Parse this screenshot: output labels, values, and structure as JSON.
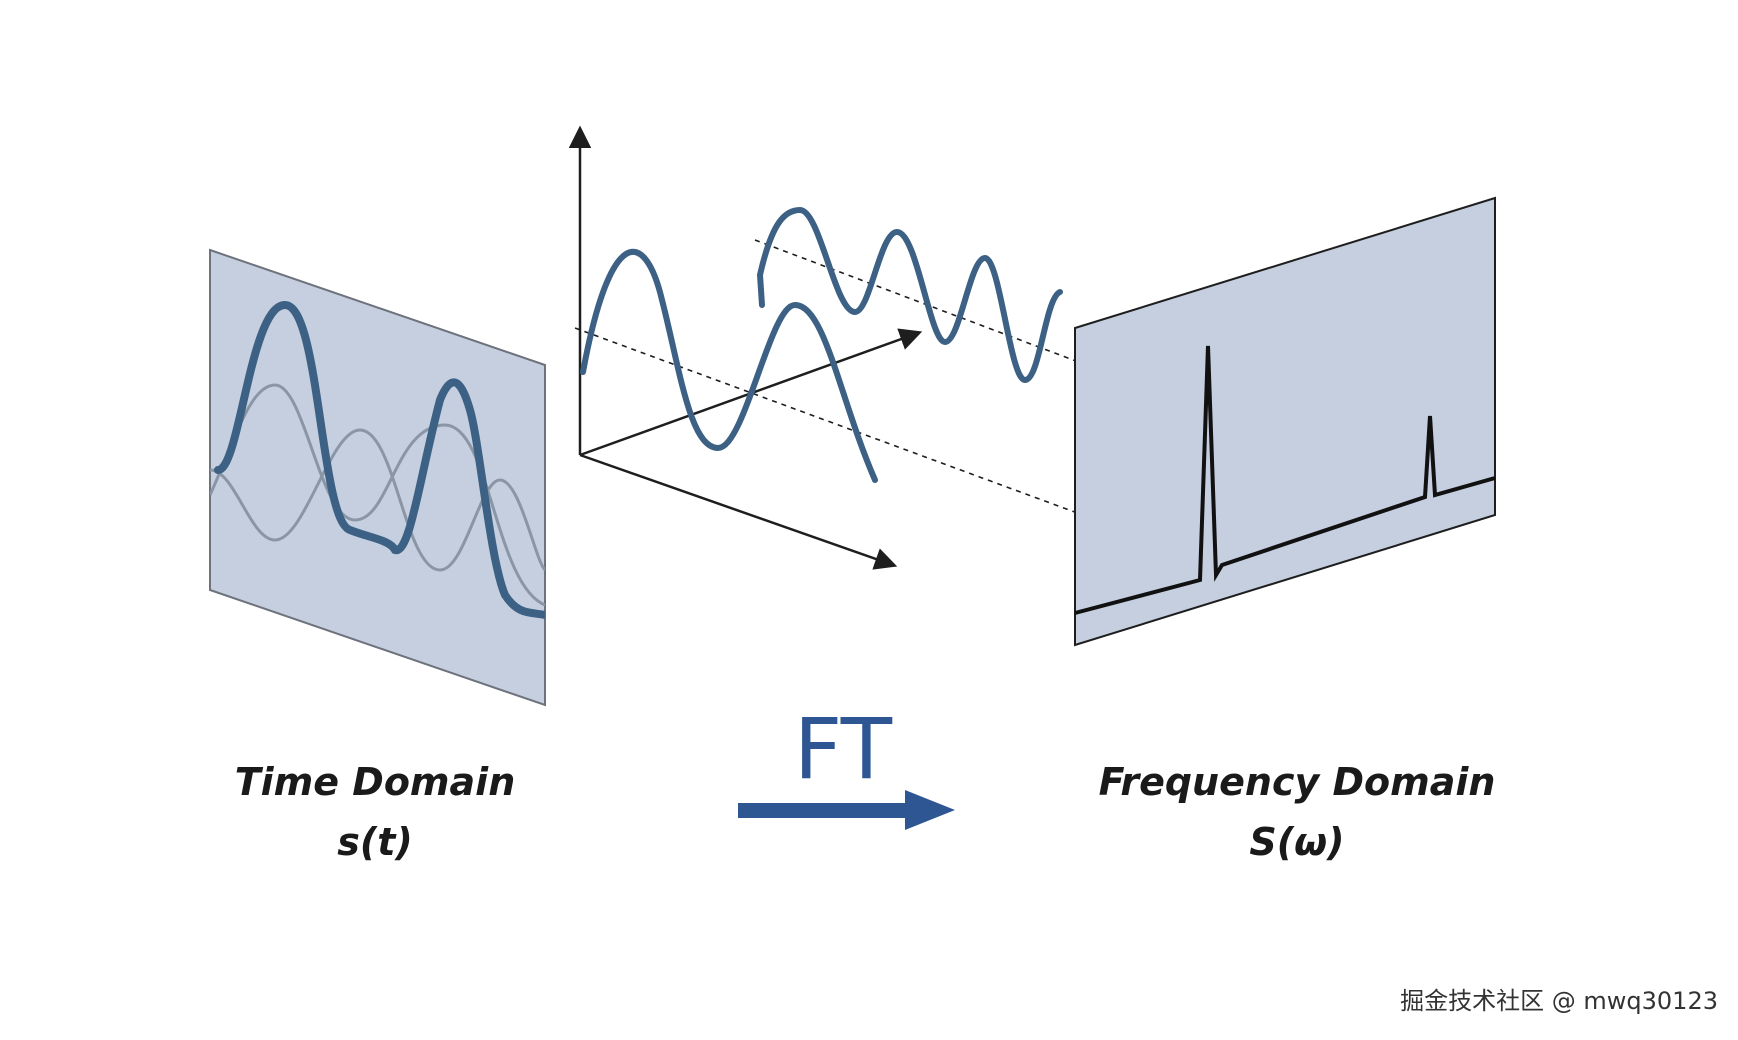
{
  "time_domain": {
    "title": "Time Domain",
    "symbol": "s(t)"
  },
  "frequency_domain": {
    "title": "Frequency Domain",
    "symbol": "S(ω)"
  },
  "transform": {
    "label": "FT"
  },
  "watermark": {
    "text": "掘金技术社区 @ mwq30123"
  },
  "colors": {
    "panel_fill": "#c5cfdf",
    "panel_stroke": "#6d727c",
    "wave": "#3c6184",
    "wave_light": "#8a96a6",
    "axis": "#1e1e1e",
    "arrow": "#2e5693"
  }
}
